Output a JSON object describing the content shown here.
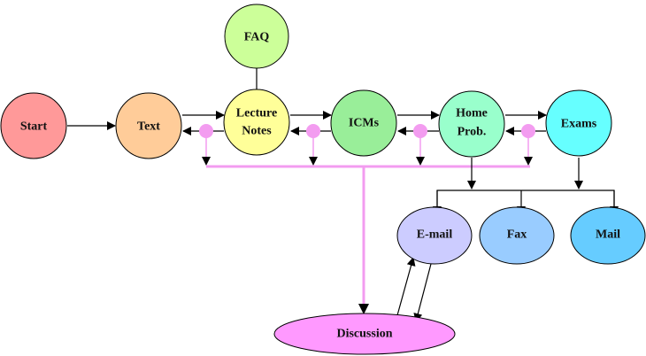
{
  "diagram": {
    "colors": {
      "start": "#ff9999",
      "text": "#ffcc99",
      "faq": "#ccff99",
      "lecture_notes": "#ffff99",
      "icms": "#99ee99",
      "home_prob": "#99ffcc",
      "exams": "#66ffff",
      "email": "#ccccff",
      "fax": "#99ccff",
      "mail": "#66ccff",
      "discussion": "#ff99ff",
      "connector": "#f39cf0"
    },
    "nodes": {
      "start": "Start",
      "text": "Text",
      "faq": "FAQ",
      "lecture_line1": "Lecture",
      "lecture_line2": "Notes",
      "icms": "ICMs",
      "home_line1": "Home",
      "home_line2": "Prob.",
      "exams": "Exams",
      "email": "E-mail",
      "fax": "Fax",
      "mail": "Mail",
      "discussion": "Discussion"
    }
  }
}
